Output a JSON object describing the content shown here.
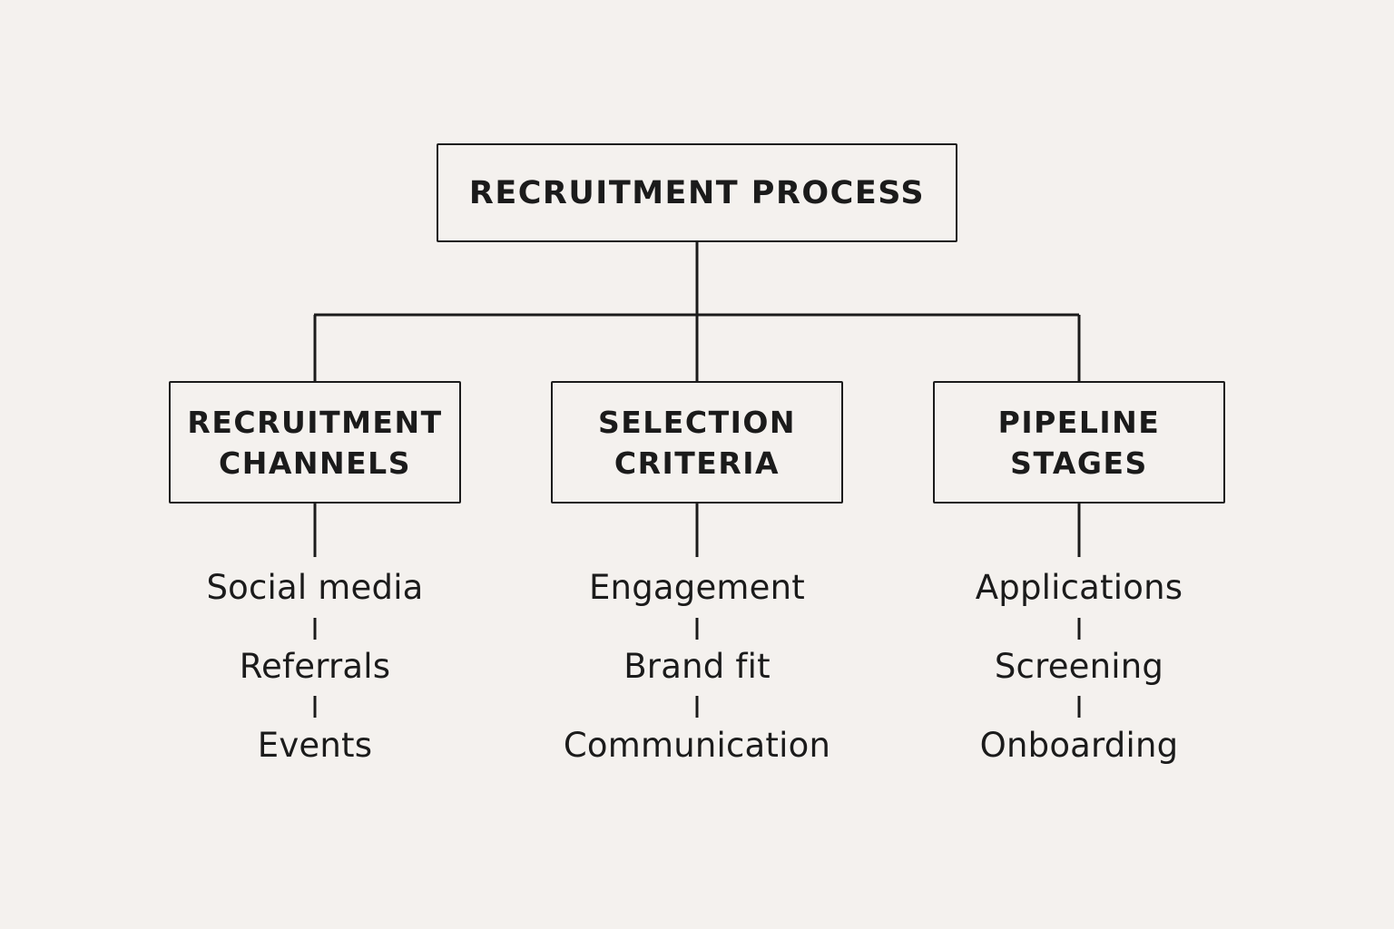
{
  "diagram": {
    "root": {
      "label": "RECRUITMENT PROCESS"
    },
    "categories": [
      {
        "label_line1": "RECRUITMENT",
        "label_line2": "CHANNELS",
        "items": [
          "Social media",
          "Referrals",
          "Events"
        ]
      },
      {
        "label_line1": "SELECTION",
        "label_line2": "CRITERIA",
        "items": [
          "Engagement",
          "Brand fit",
          "Communication"
        ]
      },
      {
        "label_line1": "PIPELINE",
        "label_line2": "STAGES",
        "items": [
          "Applications",
          "Screening",
          "Onboarding"
        ]
      }
    ]
  },
  "colors": {
    "background": "#f4f1ee",
    "ink": "#1b1b1b"
  }
}
